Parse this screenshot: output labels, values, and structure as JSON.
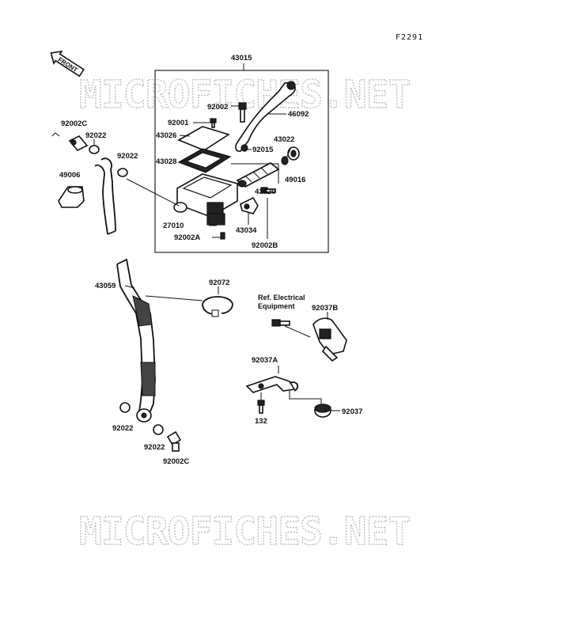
{
  "diagram": {
    "code": "F2291",
    "front_label": "FRONT",
    "watermark": "MICROFICHES.NET",
    "ref_note": [
      "Ref. Electrical",
      "Equipment"
    ],
    "labels": {
      "p43015": "43015",
      "p92002": "92002",
      "p46092": "46092",
      "p92001": "92001",
      "p43026": "43026",
      "p92015": "92015",
      "p43022": "43022",
      "p43028": "43028",
      "p43020": "43020",
      "p49016": "49016",
      "p27010": "27010",
      "p92002A": "92002A",
      "p43034": "43034",
      "p92002B": "92002B",
      "p92002C_top": "92002C",
      "p92022_top": "92022",
      "p92022_mid": "92022",
      "p49006": "49006",
      "p43059": "43059",
      "p92072": "92072",
      "p92037B": "92037B",
      "p92037A": "92037A",
      "p92037": "92037",
      "p132": "132",
      "p92022_bl": "92022",
      "p92022_br": "92022",
      "p92002C_bot": "92002C"
    }
  }
}
